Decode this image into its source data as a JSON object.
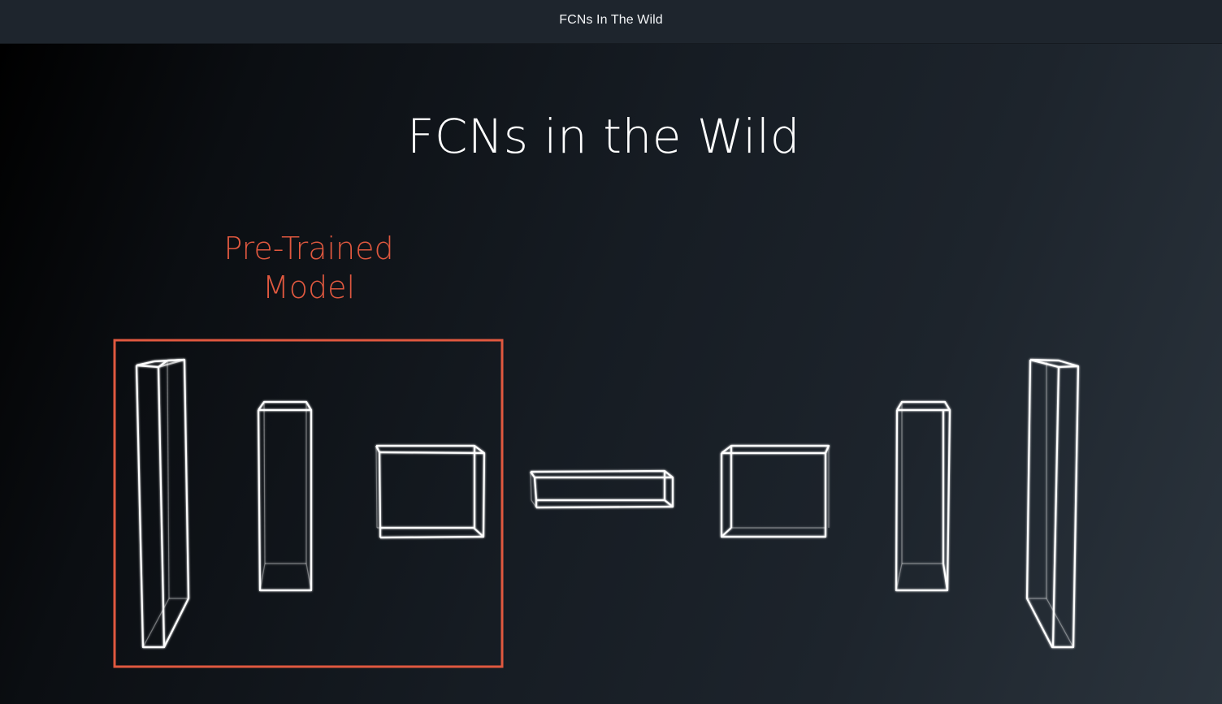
{
  "window": {
    "title": "FCNs In The Wild"
  },
  "slide": {
    "title": "FCNs in the Wild",
    "pretrained_label": {
      "line1": "Pre-Trained",
      "line2": "Model"
    }
  },
  "colors": {
    "accent": "#e0583f",
    "wireframe": "#ffffff",
    "topbar": "#1e252d"
  }
}
